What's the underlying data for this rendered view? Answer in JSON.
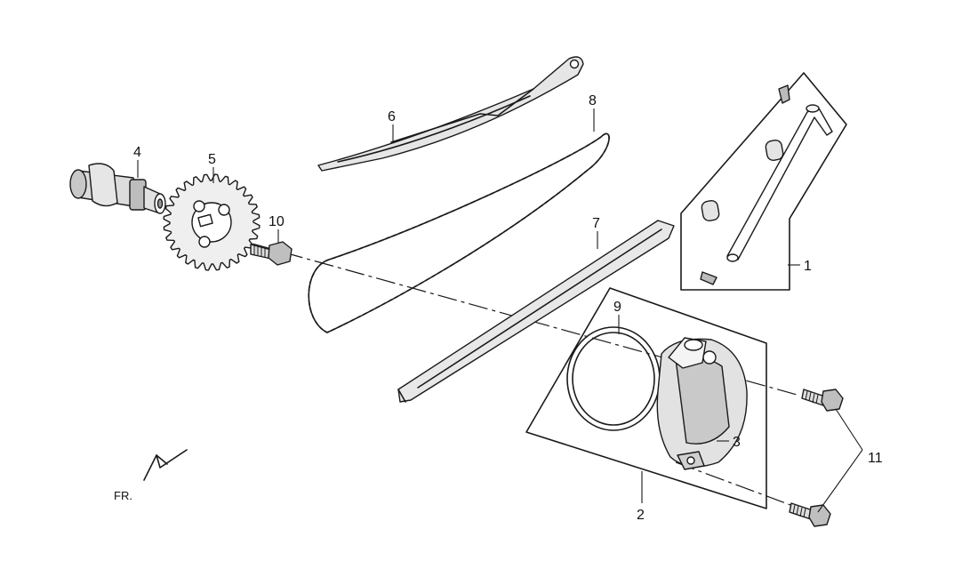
{
  "callouts": {
    "n1": "1",
    "n2": "2",
    "n3": "3",
    "n4": "4",
    "n5": "5",
    "n6": "6",
    "n7": "7",
    "n8": "8",
    "n9": "9",
    "n10": "10",
    "n11": "11"
  },
  "front_marker": "FR.",
  "colors": {
    "ink": "#1a1a1a",
    "background": "#ffffff",
    "shade": "#d8d8d8"
  }
}
